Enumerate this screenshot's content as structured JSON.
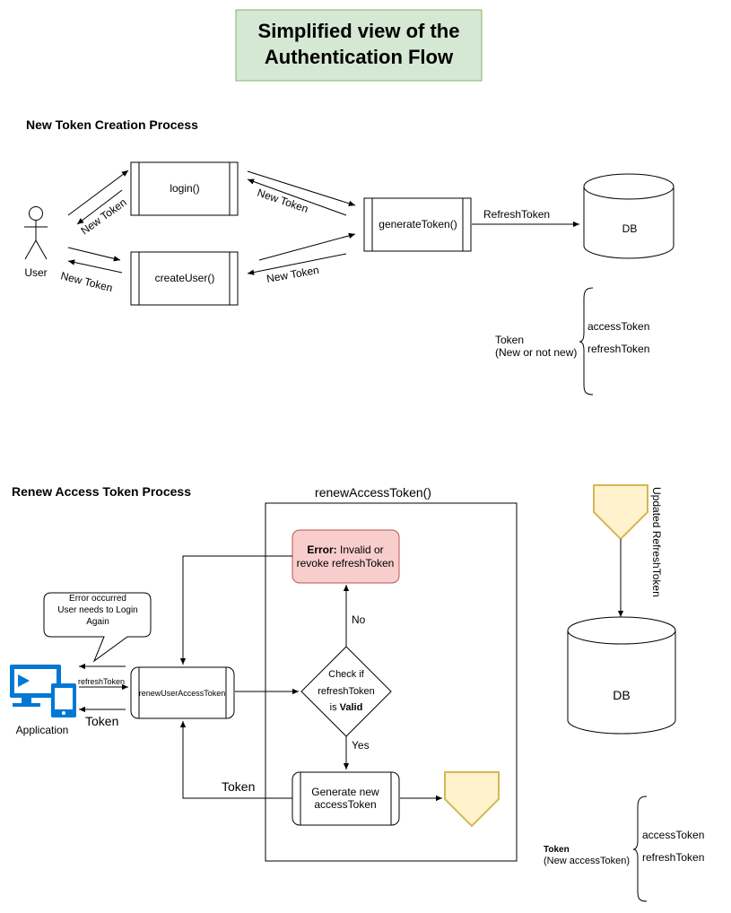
{
  "title": {
    "line1": "Simplified view of the",
    "line2": "Authentication Flow"
  },
  "colors": {
    "title_fill": "#d5e8d4",
    "title_stroke": "#82b366",
    "error_fill": "#f8cecc",
    "error_stroke": "#b85450",
    "token_fill": "#fff2cc",
    "token_stroke": "#d6b656",
    "app_icon": "#0078d4"
  },
  "creation": {
    "heading": "New Token Creation Process",
    "actor_label": "User",
    "login_label": "login()",
    "create_user_label": "createUser()",
    "generate_token_label": "generateToken()",
    "db_label": "DB",
    "refresh_token_arrow": "RefreshToken",
    "new_token_1": "New Token",
    "new_token_2": "New Token",
    "new_token_3": "New Token",
    "new_token_4": "New Token",
    "token_label_1": "Token",
    "token_label_2": "(New or not new)",
    "brace_item_1": "accessToken",
    "brace_item_2": "refreshToken"
  },
  "renew": {
    "heading": "Renew Access Token Process",
    "container_label": "renewAccessToken()",
    "error_bold": "Error:",
    "error_rest": " Invalid or",
    "error_line2": "revoke refreshToken",
    "callout_line1": "Error occurred",
    "callout_line2": "User needs to Login",
    "callout_line3": "Again",
    "refresh_token_arrow": "refreshToken",
    "token_arrow": "Token",
    "app_label": "Application",
    "renew_box_label": "renewUserAccessToken",
    "decision_line1": "Check if",
    "decision_line2": "refreshToken",
    "decision_line3a": "is ",
    "decision_line3b": "Valid",
    "no_label": "No",
    "yes_label": "Yes",
    "generate_line1": "Generate new",
    "generate_line2": "accessToken",
    "token_back_label": "Token",
    "updated_refresh_label": "Updated RefreshToken",
    "db_label": "DB",
    "token_bold": "Token",
    "token_sub": "(New accessToken)",
    "brace_item_1": "accessToken",
    "brace_item_2": "refreshToken"
  }
}
